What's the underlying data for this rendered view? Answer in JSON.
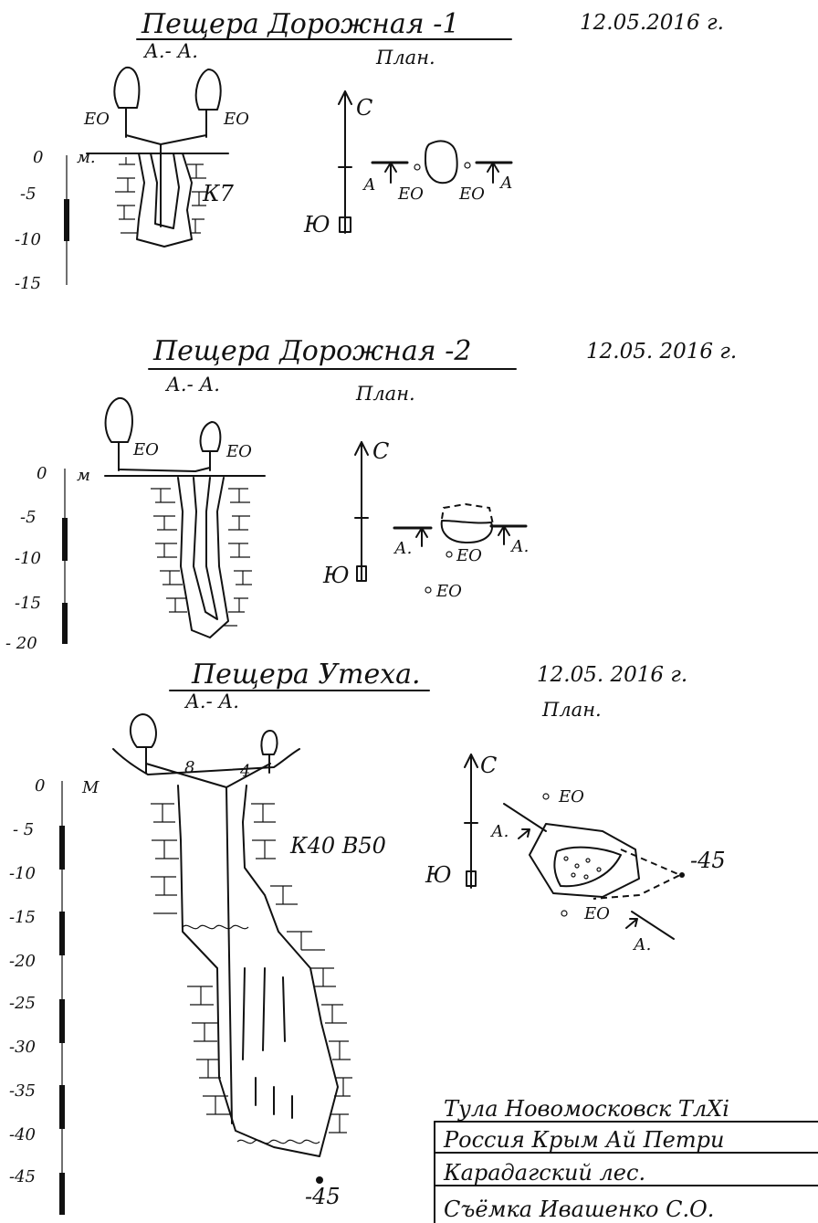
{
  "cave1": {
    "title": "Пещера Дорожная -1",
    "date": "12.05.2016 г.",
    "section_label": "А.- А.",
    "plan_label": "План.",
    "pit_label": "К7",
    "scale_unit": "м.",
    "scale_ticks": [
      "0",
      "-5",
      "-10",
      "-15"
    ],
    "anchor_left": "ЕО",
    "anchor_right": "ЕО",
    "north": "С",
    "south": "Ю",
    "plan_anchor_left": "ЕО",
    "plan_anchor_right": "ЕО",
    "cut_left": "А",
    "cut_right": "А"
  },
  "cave2": {
    "title": "Пещера Дорожная -2",
    "date": "12.05. 2016 г.",
    "section_label": "А.- А.",
    "plan_label": "План.",
    "scale_unit": "м",
    "scale_ticks": [
      "0",
      "-5",
      "-10",
      "-15",
      "- 20"
    ],
    "anchor_left": "ЕО",
    "anchor_right": "ЕО",
    "north": "С",
    "south": "Ю",
    "plan_anchor_1": "ЕО",
    "plan_anchor_2": "ЕО",
    "cut_left": "А.",
    "cut_right": "А."
  },
  "cave3": {
    "title": "Пещера Утеха.",
    "date": "12.05. 2016 г.",
    "section_label": "А.- А.",
    "plan_label": "План.",
    "pit_label": "К40 В50",
    "rope_left": "8",
    "rope_right": "4",
    "bottom_depth": "-45",
    "scale_unit": "М",
    "scale_ticks": [
      "0",
      "- 5",
      "-10",
      "-15",
      "-20",
      "-25",
      "-30",
      "-35",
      "-40",
      "-45"
    ],
    "north": "С",
    "south": "Ю",
    "plan_anchor_1": "ЕО",
    "plan_anchor_2": "ЕО",
    "plan_depth": "-45",
    "cut_left": "А.",
    "cut_right": "А."
  },
  "stamp": {
    "line1": "Тула Новомосковск ТлХі",
    "line2": "Россия Крым Ай Петри",
    "line3": "Карадагский лес.",
    "line4": "Съёмка Ивашенко С.О."
  }
}
